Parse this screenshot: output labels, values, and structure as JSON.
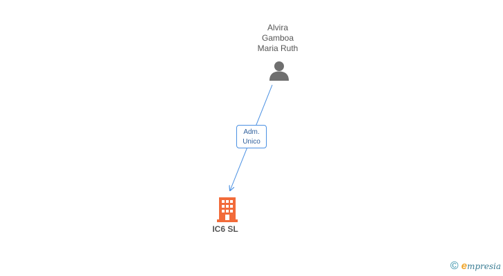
{
  "person": {
    "name_line1": "Alvira",
    "name_line2": "Gamboa",
    "name_line3": "Maria Ruth",
    "icon": "person-icon"
  },
  "relation": {
    "label_line1": "Adm.",
    "label_line2": "Unico",
    "color": "#4a90e2"
  },
  "company": {
    "name": "IC6 SL",
    "icon": "building-icon",
    "color": "#f26b3a"
  },
  "brand": {
    "copyright_symbol": "©",
    "logo_initial": "e",
    "logo_rest": "mpresia"
  }
}
